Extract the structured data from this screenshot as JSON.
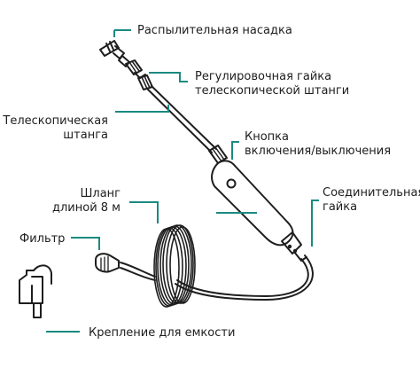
{
  "labels": {
    "nozzle": "Распылительная насадка",
    "telescope_nut_line1": "Регулировочная гайка",
    "telescope_nut_line2": "телескопической штанги",
    "telescopic_rod_line1": "Телескопическая",
    "telescopic_rod_line2": "штанга",
    "button_line1": "Кнопка",
    "button_line2": "включения/выключения",
    "hose_line1": "Шланг",
    "hose_line2": "длиной 8 м",
    "connector_nut_line1": "Соединительная",
    "connector_nut_line2": "гайка",
    "filter": "Фильтр",
    "mount": "Крепление для емкости"
  },
  "colors": {
    "leader_lines": "#1a8a80",
    "drawing_ink": "#1e1e1e",
    "text": "#1e1e1e",
    "background": "#ffffff"
  }
}
